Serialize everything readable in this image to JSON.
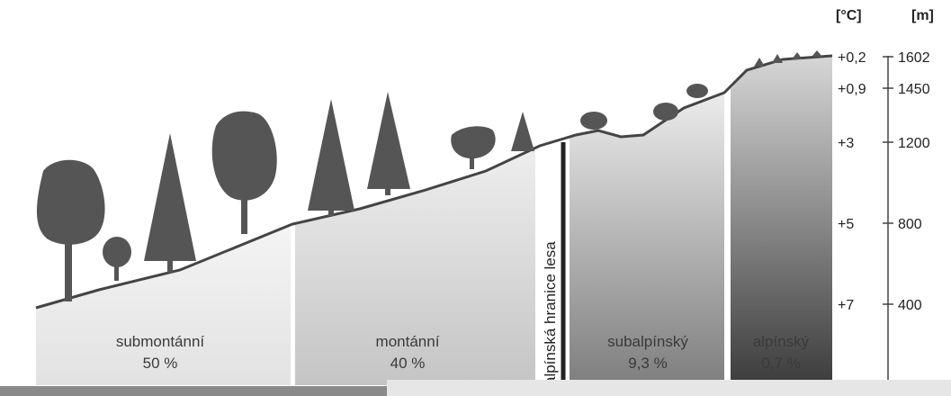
{
  "axis_headers": {
    "temperature": "[°C]",
    "elevation": "[m]"
  },
  "scale": [
    {
      "temp": "+0,2",
      "elev": "1602"
    },
    {
      "temp": "+0,9",
      "elev": "1450"
    },
    {
      "temp": "+3",
      "elev": "1200"
    },
    {
      "temp": "+5",
      "elev": "800"
    },
    {
      "temp": "+7",
      "elev": "400"
    }
  ],
  "zones": [
    {
      "name": "submontánní",
      "share": "50 %"
    },
    {
      "name": "montánní",
      "share": "40 %"
    },
    {
      "name": "subalpínský",
      "share": "9,3 %"
    },
    {
      "name": "alpínský",
      "share": "0,7 %"
    }
  ],
  "treeline_label": "alpínská hranice lesa",
  "colors": {
    "silhouette": "#555555",
    "ink": "#222222"
  }
}
